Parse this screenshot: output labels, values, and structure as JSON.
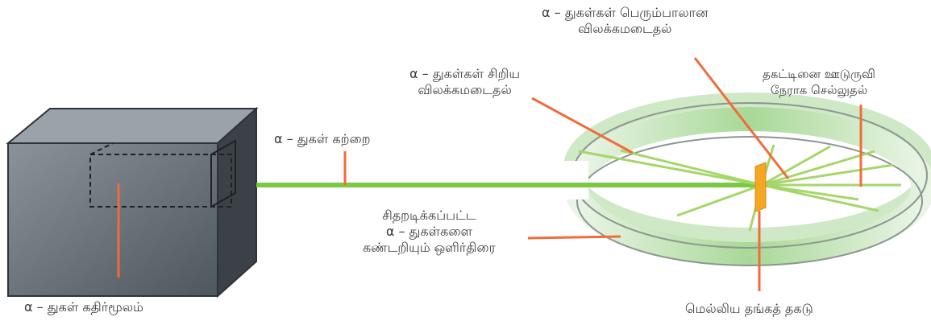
{
  "labels": {
    "source": "α – துகள் கதிர்மூலம்",
    "beam": "α – துகள் கற்றை",
    "large_angle": [
      "α – துகள்கள் பெரும்பாலான",
      "விலக்கமடைதல்"
    ],
    "small_angle": [
      "α – துகள்கள் சிறிய",
      "விலக்கமடைதல்"
    ],
    "undeflected": [
      "தகட்டினை ஊடுருவி",
      "நேராக செல்லுதல்"
    ],
    "screen": [
      "சிதறடிக்கப்பட்ட",
      "α – துகள்களை",
      "கண்டறியும் ஒளிர்திரை"
    ],
    "foil": "மெல்லிய தங்கத் தகடு"
  },
  "colors": {
    "beam": "#7ac943",
    "pointer": "#f26b3a",
    "box": "#5f6770",
    "foil": "#f5a623",
    "ring": "#d9efd2"
  }
}
